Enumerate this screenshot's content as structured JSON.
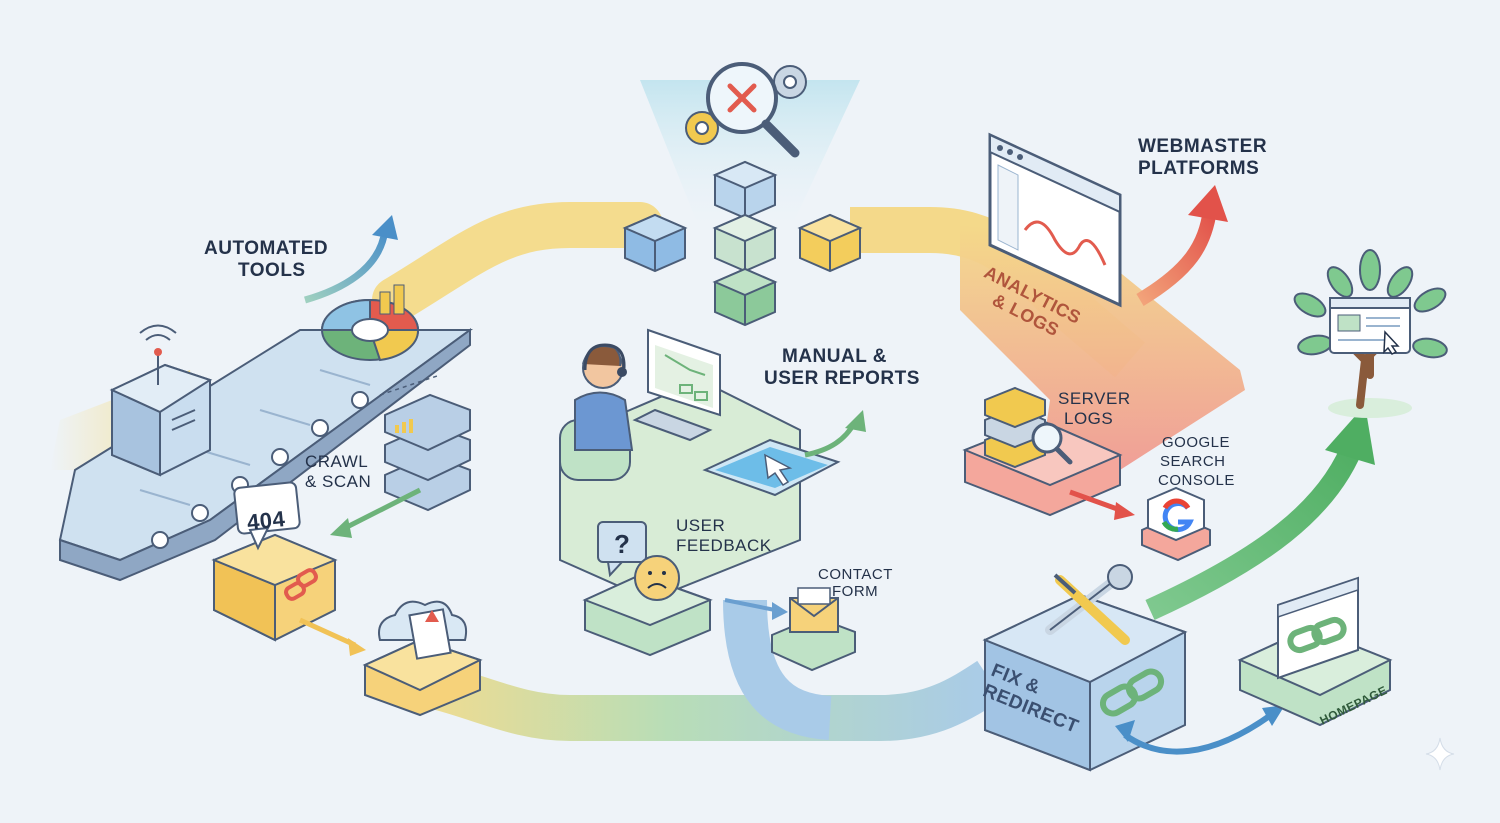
{
  "labels": {
    "automated_tools_1": "AUTOMATED",
    "automated_tools_2": "TOOLS",
    "crawl_scan_1": "CRAWL",
    "crawl_scan_2": "& SCAN",
    "manual_reports_1": "MANUAL &",
    "manual_reports_2": "USER REPORTS",
    "user_feedback_1": "USER",
    "user_feedback_2": "FEEDBACK",
    "contact_form_1": "CONTACT",
    "contact_form_2": "FORM",
    "webmaster_1": "WEBMASTER",
    "webmaster_2": "PLATFORMS",
    "analytics_1": "ANALYTICS",
    "analytics_2": "& LOGS",
    "server_logs_1": "SERVER",
    "server_logs_2": "LOGS",
    "gsc_1": "GOOGLE",
    "gsc_2": "SEARCH",
    "gsc_3": "CONSOLE",
    "fix_1": "FIX &",
    "fix_2": "REDIRECT",
    "homepage": "HOMEPAGE",
    "error_code": "404"
  },
  "colors": {
    "background": "#eef3f8",
    "path_blue": "#a9cbe8",
    "path_yellow": "#f3d98a",
    "path_green": "#b7ddb5",
    "path_red": "#f2a09a",
    "accent_green": "#6db37a",
    "accent_red": "#e25b4e",
    "accent_yellow": "#f1c94f",
    "ink": "#24324a"
  },
  "icons": [
    "wifi-antenna-icon",
    "pie-chart-icon",
    "server-stack-icon",
    "error-404-icon",
    "broken-link-icon",
    "cloud-document-icon",
    "magnifier-error-icon",
    "gear-icon",
    "support-agent-icon",
    "tablet-cursor-icon",
    "question-bubble-icon",
    "sad-face-icon",
    "envelope-icon",
    "browser-chart-icon",
    "server-search-icon",
    "google-g-icon",
    "wrench-screwdriver-icon",
    "chain-link-icon",
    "tree-website-icon",
    "sparkle-icon"
  ]
}
